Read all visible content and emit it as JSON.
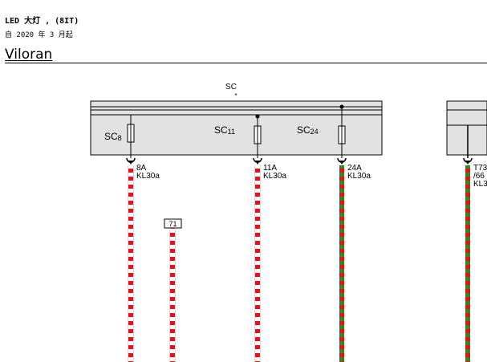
{
  "header": {
    "title": "LED 大灯 , (8IT)",
    "date_line": "自 2020 年 3 月起",
    "model": "Viloran"
  },
  "box": {
    "label": "SC",
    "sub": "*"
  },
  "fuses": [
    {
      "prefix": "SC",
      "number": "8",
      "connector": "8A",
      "terminal": "KL30a"
    },
    {
      "prefix": "SC",
      "number": "11",
      "connector": "11A",
      "terminal": "KL30a"
    },
    {
      "prefix": "SC",
      "number": "24",
      "connector": "24A",
      "terminal": "KL30a"
    }
  ],
  "wire_tag": "71",
  "right_connector": {
    "connector": "T73",
    "pin": "/66",
    "terminal": "KL3"
  },
  "colors": {
    "red": "#e8101a",
    "green": "#2e8b1a",
    "box_fill": "#e2e2e2"
  }
}
